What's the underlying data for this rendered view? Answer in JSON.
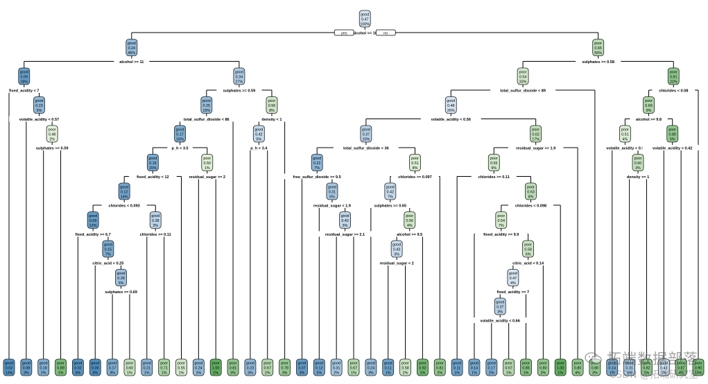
{
  "tree": {
    "title": "",
    "colors": {
      "good": "#4f8fbf",
      "poor": "#5fae5f"
    },
    "yes_label": "yes",
    "no_label": "no",
    "root": {
      "c": "good",
      "p": "0.47",
      "n": "100%",
      "s": "alcohol >= 10",
      "l": {
        "c": "good",
        "p": "0.24",
        "n": "45%",
        "s": "alcohol >= 11",
        "l": {
          "c": "good",
          "p": "0.09",
          "n": "18%",
          "s": "fixed_acidity < 7",
          "l": {
            "c": "good",
            "p": "0.02",
            "n": "13%"
          },
          "r": {
            "c": "good",
            "p": "0.23",
            "n": "5%",
            "s": "volatile_acidity < 0.57",
            "l": {
              "c": "good",
              "p": "0.08",
              "n": "3%"
            },
            "r": {
              "c": "poor",
              "p": "0.48",
              "n": "2%",
              "s": "sulphates >= 0.59",
              "l": {
                "c": "good",
                "p": "0.18",
                "n": "2%"
              },
              "r": {
                "c": "poor",
                "p": "0.89",
                "n": "1%"
              }
            }
          }
        },
        "r": {
          "c": "good",
          "p": "0.34",
          "n": "27%",
          "s": "sulphates >= 0.59",
          "l": {
            "c": "good",
            "p": "0.25",
            "n": "19%",
            "s": "total_sulfur_dioxide < 86",
            "l": {
              "c": "good",
              "p": "0.17",
              "n": "16%",
              "s": "p_h < 3.5",
              "l": {
                "c": "good",
                "p": "0.15",
                "n": "15%",
                "s": "fixed_acidity < 12",
                "l": {
                  "c": "good",
                  "p": "0.12",
                  "n": "14%",
                  "s": "chlorides < 0.093",
                  "l": {
                    "c": "good",
                    "p": "0.09",
                    "n": "12%",
                    "s": "fixed_acidity >= 6.7",
                    "l": {
                      "c": "good",
                      "p": "0.02",
                      "n": "6%"
                    },
                    "r": {
                      "c": "good",
                      "p": "0.15",
                      "n": "7%",
                      "s": "citric_acid < 0.25",
                      "l": {
                        "c": "good",
                        "p": "0.00",
                        "n": "3%"
                      },
                      "r": {
                        "c": "good",
                        "p": "0.28",
                        "n": "3%",
                        "s": "sulphates >= 0.69",
                        "l": {
                          "c": "good",
                          "p": "0.17",
                          "n": "3%"
                        },
                        "r": {
                          "c": "poor",
                          "p": "0.60",
                          "n": "1%"
                        }
                      }
                    }
                  },
                  "r": {
                    "c": "good",
                    "p": "0.38",
                    "n": "2%",
                    "s": "chlorides >= 0.11",
                    "l": {
                      "c": "good",
                      "p": "0.21",
                      "n": "1%"
                    },
                    "r": {
                      "c": "poor",
                      "p": "0.71",
                      "n": "1%"
                    }
                  }
                },
                "r": {
                  "c": "poor",
                  "p": "0.55",
                  "n": "1%"
                }
              },
              "r": {
                "c": "poor",
                "p": "0.50",
                "n": "1%",
                "s": "residual_sugar >= 2",
                "l": {
                  "c": "good",
                  "p": "0.24",
                  "n": "1%"
                },
                "r": {
                  "c": "poor",
                  "p": "1.00",
                  "n": "1%"
                }
              }
            },
            "r": {
              "c": "poor",
              "p": "0.81",
              "n": "3%"
            }
          },
          "r": {
            "c": "poor",
            "p": "0.56",
            "n": "8%",
            "s": "density < 1",
            "l": {
              "c": "good",
              "p": "0.42",
              "n": "5%",
              "s": "p_h < 3.4",
              "l": {
                "c": "good",
                "p": "0.23",
                "n": "3%"
              },
              "r": {
                "c": "poor",
                "p": "0.67",
                "n": "2%"
              }
            },
            "r": {
              "c": "poor",
              "p": "0.78",
              "n": "3%"
            }
          }
        }
      },
      "r": {
        "c": "poor",
        "p": "0.65",
        "n": "55%",
        "s": "sulphates >= 0.58",
        "l": {
          "c": "poor",
          "p": "0.54",
          "n": "33%",
          "s": "total_sulfur_dioxide < 89",
          "l": {
            "c": "good",
            "p": "0.48",
            "n": "26%",
            "s": "volatile_acidity < 0.56",
            "l": {
              "c": "good",
              "p": "0.37",
              "n": "10%",
              "s": "total_sulfur_dioxide < 36",
              "l": {
                "c": "good",
                "p": "0.22",
                "n": "7%",
                "s": "free_sulfur_dioxide >= 9.5",
                "l": {
                  "c": "good",
                  "p": "0.07",
                  "n": "3%"
                },
                "r": {
                  "c": "good",
                  "p": "0.31",
                  "n": "5%",
                  "s": "residual_sugar < 1.9",
                  "l": {
                    "c": "good",
                    "p": "0.12",
                    "n": "2%"
                  },
                  "r": {
                    "c": "good",
                    "p": "0.40",
                    "n": "3%",
                    "s": "residual_sugar >= 2.1",
                    "l": {
                      "c": "good",
                      "p": "0.31",
                      "n": "2%"
                    },
                    "r": {
                      "c": "poor",
                      "p": "0.67",
                      "n": "1%"
                    }
                  }
                }
              },
              "r": {
                "c": "poor",
                "p": "0.51",
                "n": "8%",
                "s": "chlorides >= 0.097",
                "l": {
                  "c": "good",
                  "p": "0.42",
                  "n": "7%",
                  "s": "sulphates >= 0.65",
                  "l": {
                    "c": "good",
                    "p": "0.24",
                    "n": "3%"
                  },
                  "r": {
                    "c": "poor",
                    "p": "0.56",
                    "n": "4%",
                    "s": "alcohol >= 9.5",
                    "l": {
                      "c": "good",
                      "p": "0.43",
                      "n": "3%",
                      "s": "residual_sugar < 2",
                      "l": {
                        "c": "good",
                        "p": "0.11",
                        "n": "1%"
                      },
                      "r": {
                        "c": "poor",
                        "p": "0.58",
                        "n": "2%"
                      }
                    },
                    "r": {
                      "c": "poor",
                      "p": "0.92",
                      "n": "1%"
                    }
                  }
                },
                "r": {
                  "c": "poor",
                  "p": "0.81",
                  "n": "2%"
                }
              }
            },
            "r": {
              "c": "poor",
              "p": "0.62",
              "n": "17%",
              "s": "residual_sugar >= 1.9",
              "l": {
                "c": "poor",
                "p": "0.55",
                "n": "9%",
                "s": "chlorides >= 0.11",
                "l": {
                  "c": "good",
                  "p": "0.11",
                  "n": "1%"
                },
                "r": {
                  "c": "poor",
                  "p": "0.63",
                  "n": "8%",
                  "s": "chlorides < 0.098",
                  "l": {
                    "c": "poor",
                    "p": "0.54",
                    "n": "7%",
                    "s": "fixed_acidity >= 9.9",
                    "l": {
                      "c": "good",
                      "p": "0.14",
                      "n": "1%"
                    },
                    "r": {
                      "c": "poor",
                      "p": "0.58",
                      "n": "6%",
                      "s": "citric_acid < 0.14",
                      "l": {
                        "c": "good",
                        "p": "0.47",
                        "n": "4%",
                        "s": "fixed_acidity >= 7",
                        "l": {
                          "c": "good",
                          "p": "0.37",
                          "n": "3%",
                          "s": "volatile_acidity < 0.66",
                          "l": {
                            "c": "good",
                            "p": "0.17",
                            "n": "2%"
                          },
                          "r": {
                            "c": "poor",
                            "p": "0.67",
                            "n": "1%"
                          }
                        },
                        "r": {
                          "c": "poor",
                          "p": "0.85",
                          "n": "1%"
                        }
                      },
                      "r": {
                        "c": "poor",
                        "p": "0.80",
                        "n": "2%"
                      }
                    }
                  },
                  "r": {
                    "c": "poor",
                    "p": "1.00",
                    "n": "1%"
                  }
                }
              },
              "r": {
                "c": "poor",
                "p": "0.80",
                "n": "4%"
              }
            }
          },
          "r": {
            "c": "poor",
            "p": "0.80",
            "n": "3%"
          }
        },
        "r": {
          "c": "poor",
          "p": "0.81",
          "n": "22%",
          "s": "chlorides < 0.08",
          "l": {
            "c": "poor",
            "p": "0.69",
            "n": "9%",
            "s": "alcohol >= 9.8",
            "l": {
              "c": "poor",
              "p": "0.51",
              "n": "4%",
              "s": "volatile_acidity < 0.5",
              "l": {
                "c": "good",
                "p": "0.14",
                "n": "1%"
              },
              "r": {
                "c": "poor",
                "p": "0.60",
                "n": "3%",
                "s": "density >= 1",
                "l": {
                  "c": "good",
                  "p": "0.31",
                  "n": "1%"
                },
                "r": {
                  "c": "poor",
                  "p": "0.82",
                  "n": "1%"
                }
              }
            },
            "r": {
              "c": "poor",
              "p": "0.80",
              "n": "5%",
              "s": "volatile_acidity < 0.42",
              "l": {
                "c": "good",
                "p": "0.43",
                "n": "1%"
              },
              "r": {
                "c": "poor",
                "p": "0.87",
                "n": "4%"
              }
            }
          },
          "r": {
            "c": "poor",
            "p": "0.90",
            "n": "13%"
          }
        }
      }
    }
  },
  "watermark": {
    "icon": "wechat-icon",
    "text": "拓端数据部落",
    "sub": "CSDN @拓端研究室"
  }
}
